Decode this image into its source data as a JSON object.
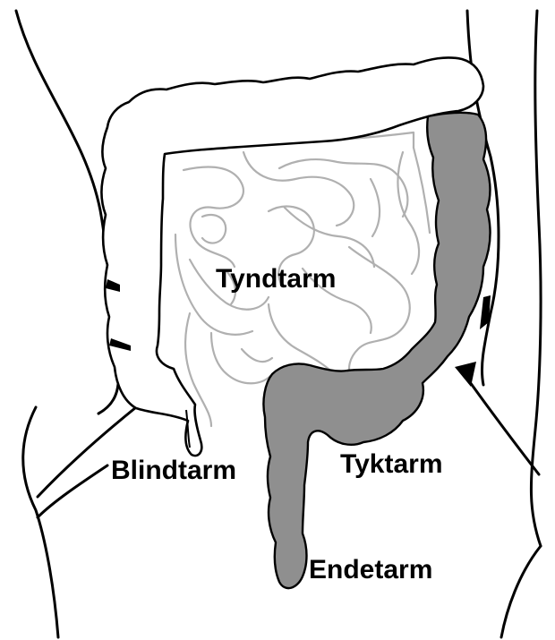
{
  "labels": {
    "small_intestine": "Tyndtarm",
    "cecum": "Blindtarm",
    "large_intestine": "Tyktarm",
    "rectum": "Endetarm"
  },
  "colors": {
    "background": "#ffffff",
    "outline": "#000000",
    "small_intestine_stroke": "#b0b0b0",
    "highlighted_colon_fill": "#8f8f8f"
  }
}
